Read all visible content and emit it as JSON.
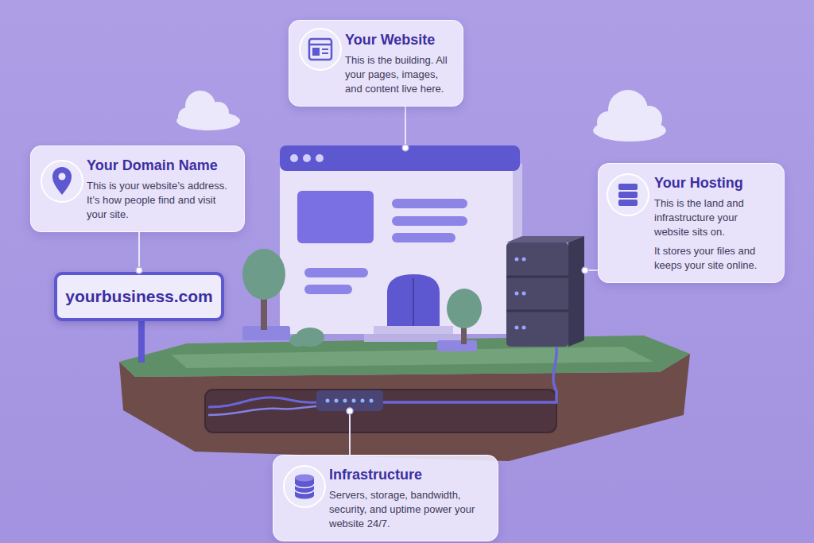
{
  "diagram": {
    "nodes": [
      {
        "text": [
          "Your Website",
          "This is the building. All your pages, images, and content live here."
        ]
      },
      {
        "text": [
          "Your Domain Name",
          "This is your website’s address. It’s how people find and visit your site."
        ]
      },
      {
        "text": [
          "Your Hosting",
          "This is the land and infrastructure your website sits on.",
          "It stores your files and keeps your site online."
        ]
      },
      {
        "text": [
          "yourbusiness.com"
        ]
      },
      {
        "text": [
          "Infrastructure",
          "Servers, storage, bandwidth, security, and uptime power your website 24/7."
        ]
      }
    ],
    "edges": [
      {
        "from": 1,
        "to": 3,
        "arrow": "none"
      }
    ]
  }
}
